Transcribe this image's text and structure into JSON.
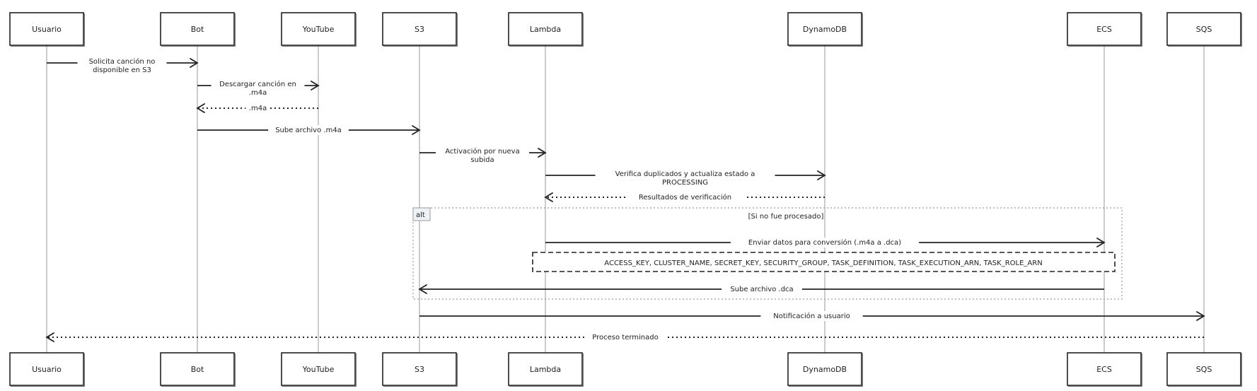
{
  "participants": [
    {
      "id": "usuario",
      "label": "Usuario"
    },
    {
      "id": "bot",
      "label": "Bot"
    },
    {
      "id": "youtube",
      "label": "YouTube"
    },
    {
      "id": "s3",
      "label": "S3"
    },
    {
      "id": "lambda",
      "label": "Lambda"
    },
    {
      "id": "dynamodb",
      "label": "DynamoDB"
    },
    {
      "id": "ecs",
      "label": "ECS"
    },
    {
      "id": "sqs",
      "label": "SQS"
    }
  ],
  "messages": [
    {
      "from": "usuario",
      "to": "bot",
      "lines": [
        "Solicita canción no",
        "disponible en S3"
      ],
      "style": "solid"
    },
    {
      "from": "bot",
      "to": "youtube",
      "lines": [
        "Descargar canción en",
        ".m4a"
      ],
      "style": "solid"
    },
    {
      "from": "youtube",
      "to": "bot",
      "lines": [
        ".m4a"
      ],
      "style": "dotted"
    },
    {
      "from": "bot",
      "to": "s3",
      "lines": [
        "Sube archivo .m4a"
      ],
      "style": "solid"
    },
    {
      "from": "s3",
      "to": "lambda",
      "lines": [
        "Activación por nueva",
        "subida"
      ],
      "style": "solid"
    },
    {
      "from": "lambda",
      "to": "dynamodb",
      "lines": [
        "Verifica duplicados y actualiza estado a",
        "PROCESSING"
      ],
      "style": "solid"
    },
    {
      "from": "dynamodb",
      "to": "lambda",
      "lines": [
        "Resultados de verificación"
      ],
      "style": "dotted"
    },
    {
      "from": "lambda",
      "to": "ecs",
      "lines": [
        "Enviar datos para conversión (.m4a a .dca)"
      ],
      "style": "solid"
    },
    {
      "from": "ecs",
      "to": "s3",
      "lines": [
        "Sube archivo .dca"
      ],
      "style": "solid"
    },
    {
      "from": "s3",
      "to": "sqs",
      "lines": [
        "Notificación a usuario"
      ],
      "style": "solid"
    },
    {
      "from": "sqs",
      "to": "usuario",
      "lines": [
        "Proceso terminado"
      ],
      "style": "dotted"
    }
  ],
  "alt_block": {
    "tag": "alt",
    "condition": "[Si no fue procesado]"
  },
  "note": {
    "text": "ACCESS_KEY, CLUSTER_NAME, SECRET_KEY, SECURITY_GROUP, TASK_DEFINITION, TASK_EXECUTION_ARN, TASK_ROLE_ARN"
  }
}
